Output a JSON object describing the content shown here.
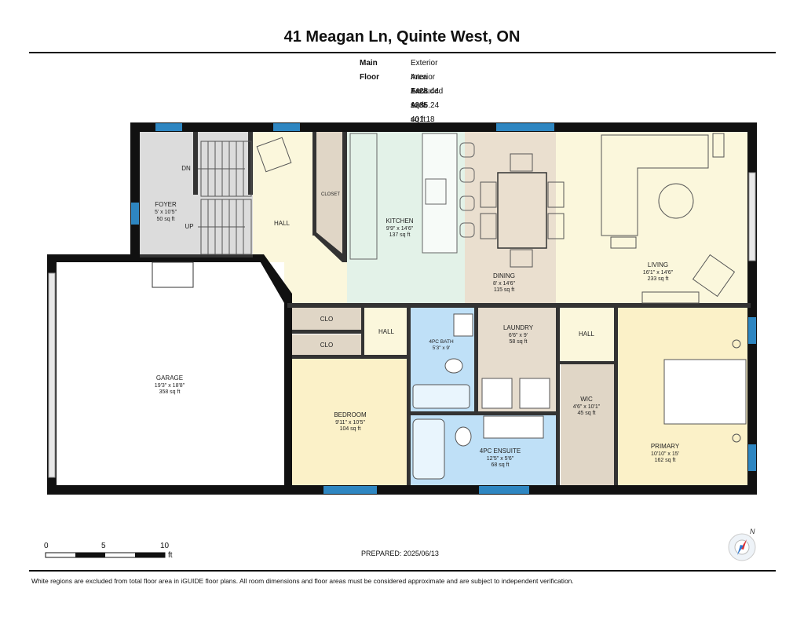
{
  "header": {
    "title": "41 Meagan Ln, Quinte West, ON"
  },
  "areas": {
    "floor_label": "Main Floor",
    "exterior": "Exterior Area 1428.44 sq ft",
    "interior": "Interior Area 1285.24 sq ft",
    "excluded": "Excluded Area 401.18 sq ft"
  },
  "rooms": {
    "foyer": {
      "name": "FOYER",
      "dims": "5' x 10'5\"",
      "area": "50 sq ft"
    },
    "hall_main": {
      "name": "HALL"
    },
    "closet": {
      "name": "CLOSET"
    },
    "kitchen": {
      "name": "KITCHEN",
      "dims": "9'9\" x 14'6\"",
      "area": "137 sq ft"
    },
    "dining": {
      "name": "DINING",
      "dims": "8' x 14'6\"",
      "area": "115 sq ft"
    },
    "living": {
      "name": "LIVING",
      "dims": "16'1\" x 14'6\"",
      "area": "233 sq ft"
    },
    "garage": {
      "name": "GARAGE",
      "dims": "19'3\" x 18'8\"",
      "area": "358 sq ft"
    },
    "clo1": {
      "name": "CLO"
    },
    "clo2": {
      "name": "CLO"
    },
    "hall_mid": {
      "name": "HALL"
    },
    "bath": {
      "name": "4PC BATH",
      "dims": "5'3\" x 9'"
    },
    "laundry": {
      "name": "LAUNDRY",
      "dims": "6'6\" x 9'",
      "area": "58 sq ft"
    },
    "hall_right": {
      "name": "HALL"
    },
    "bedroom": {
      "name": "BEDROOM",
      "dims": "9'11\" x 10'5\"",
      "area": "104 sq ft"
    },
    "ensuite": {
      "name": "4PC ENSUITE",
      "dims": "12'5\" x 5'6\"",
      "area": "68 sq ft"
    },
    "wic": {
      "name": "WIC",
      "dims": "4'6\" x 10'1\"",
      "area": "45 sq ft"
    },
    "primary": {
      "name": "PRIMARY",
      "dims": "10'10\" x 15'",
      "area": "162 sq ft"
    }
  },
  "stairs": {
    "down": "DN",
    "up": "UP"
  },
  "scale": {
    "t0": "0",
    "t5": "5",
    "t10": "10",
    "unit": "ft"
  },
  "prepared": "PREPARED: 2025/06/13",
  "compass": {
    "north": "N"
  },
  "footer": {
    "note": "White regions are excluded from total floor area in iGUIDE floor plans. All room dimensions and floor areas must be considered approximate and are subject to independent verification."
  },
  "colors": {
    "wall": "#111111",
    "window": "#2e86c1",
    "foyer": "#dcdcdc",
    "hall": "#fbf7dc",
    "kitchen": "#e3f2e8",
    "dining": "#eadfcf",
    "bath": "#bfe0f7",
    "laundry": "#e6dccd",
    "bedroom": "#fbf1c8",
    "closet": "#e0d6c6"
  }
}
